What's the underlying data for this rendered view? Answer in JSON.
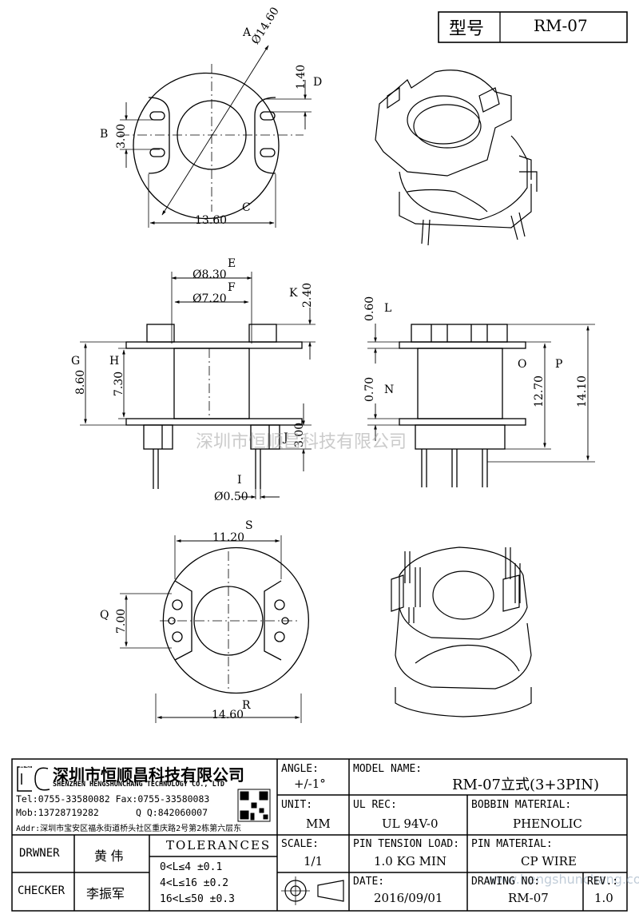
{
  "header": {
    "type_label": "型号",
    "model_code": "RM-07"
  },
  "dims": {
    "A": "A",
    "B": "B",
    "C": "C",
    "D": "D",
    "E": "E",
    "F": "F",
    "G": "G",
    "H": "H",
    "I": "I",
    "J": "J",
    "K": "K",
    "L": "L",
    "N": "N",
    "O": "O",
    "P": "P",
    "Q": "Q",
    "R": "R",
    "S": "S",
    "v_phi1460": "Ø14.60",
    "v_140": "1.40",
    "v_300a": "3.00",
    "v_1360": "13.60",
    "v_phi830": "Ø8.30",
    "v_phi720": "Ø7.20",
    "v_240": "2.40",
    "v_860": "8.60",
    "v_730": "7.30",
    "v_300b": "3.00",
    "v_phi050": "Ø0.50",
    "v_060": "0.60",
    "v_070": "0.70",
    "v_1270": "12.70",
    "v_1410": "14.10",
    "v_1120": "11.20",
    "v_700": "7.00",
    "v_1460": "14.60"
  },
  "watermark": {
    "center": "深圳市恒顺昌科技有限公司",
    "bottom": "www.hengshunchang.com"
  },
  "company": {
    "logo": "HSC",
    "name_cn": "深圳市恒顺昌科技有限公司",
    "name_en": "SHENZHEN HENGSHUNCHANG TECHNOLOGY CO., LTD",
    "tel": "Tel:0755-33580082 Fax:0755-33580083",
    "mob": "Mob:13728719282",
    "qq": "Q Q:842060007",
    "addr": "Addr:深圳市宝安区福永街道桥头社区重庆路2号第2栋第六层东"
  },
  "titleblock": {
    "angle_label": "ANGLE:",
    "angle_value": "+/-1°",
    "model_label": "MODEL NAME:",
    "model_value": "RM-07立式(3+3PIN)",
    "unit_label": "UNIT:",
    "unit_value": "MM",
    "ulrec_label": "UL REC:",
    "ulrec_value": "UL 94V-0",
    "bobbin_label": "BOBBIN MATERIAL:",
    "bobbin_value": "PHENOLIC",
    "drawner_label": "DRWNER",
    "drawner_value": "黄 伟",
    "checker_label": "CHECKER",
    "checker_value": "李振军",
    "tolerances_label": "TOLERANCES",
    "tol1": "0<L≤4 ±0.1",
    "tol2": "4<L≤16 ±0.2",
    "tol3": "16<L≤50 ±0.3",
    "scale_label": "SCALE:",
    "scale_value": "1/1",
    "pin_tension_label": "PIN TENSION LOAD:",
    "pin_tension_value": "1.0 KG MIN",
    "pin_material_label": "PIN MATERIAL:",
    "pin_material_value": "CP WIRE",
    "date_label": "DATE:",
    "date_value": "2016/09/01",
    "drawing_no_label": "DRAWING NO:",
    "drawing_no_value": "RM-07",
    "rev_label": "REV.:",
    "rev_value": "1.0"
  }
}
